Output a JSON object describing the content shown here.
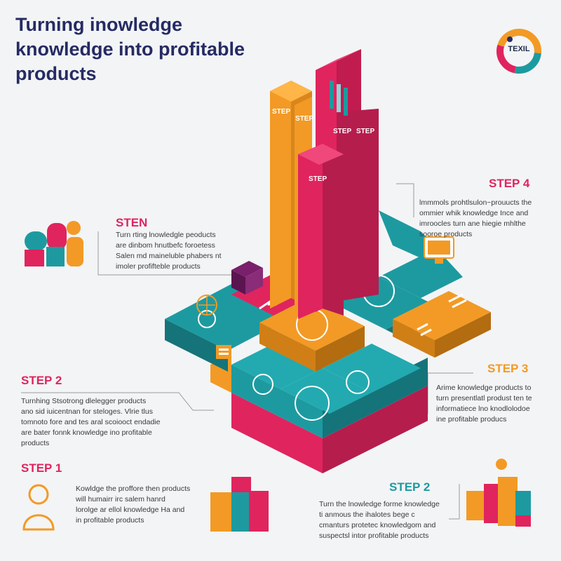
{
  "title": {
    "line1": "Turning inowledge",
    "line2": "knowledge into profitable",
    "line3": "products"
  },
  "logo": {
    "text": "TEXIL",
    "icon": "donut-logo-icon"
  },
  "blocks": [
    {
      "key": "sten",
      "heading": "STEN",
      "lines": [
        "Turn rting lnowledgle peoducts",
        "are dinbom hnutbefc foroetess",
        "Salen md maineluble phabers nt",
        "imoler profifteble products"
      ]
    },
    {
      "key": "step4",
      "heading": "STEP 4",
      "lines": [
        "lmmmols prohtlsulon~prouucts the",
        "ommier whik knowledge Ince and",
        "imroocles turn ane hiegie mhlthe",
        "sooroe products"
      ]
    },
    {
      "key": "step2_left",
      "heading": "STEP 2",
      "lines": [
        "Turnhing Stsotrong dlelegger products",
        "ano sid iuicentnan for steloges. Vlrie tlus",
        "tomnoto fore and tes aral scoiooct endadie",
        "are bater fonnk knowledge ino profitable",
        "products"
      ]
    },
    {
      "key": "step3",
      "heading": "STEP 3",
      "lines": [
        "Arime knowledge products to",
        "turn presentlatl produst ten te",
        "informatiece lno knodlolodoe",
        "ine profitable producs"
      ]
    },
    {
      "key": "step1",
      "heading": "STEP 1",
      "lines": [
        "Kowldge the proffore then products",
        "will humairr irc salem hanrd",
        "lorolge ar ellol knowledge Ha and",
        "in profitable products"
      ]
    },
    {
      "key": "step2_right",
      "heading": "STEP 2",
      "lines": [
        "Turn the lnowledge forme knowledge",
        "ti anmous the ihalotes bege c",
        "cmanturs protetec knowledgom and",
        "suspectsl intor profitable products"
      ]
    }
  ],
  "tower_labels": [
    "STEP",
    "STEP",
    "STEP",
    "STEP",
    "STEP"
  ],
  "colors": {
    "teal": "#1d9aa0",
    "orange": "#f29a25",
    "pink": "#e0245e",
    "navy": "#262b63",
    "bg": "#f3f4f6"
  }
}
